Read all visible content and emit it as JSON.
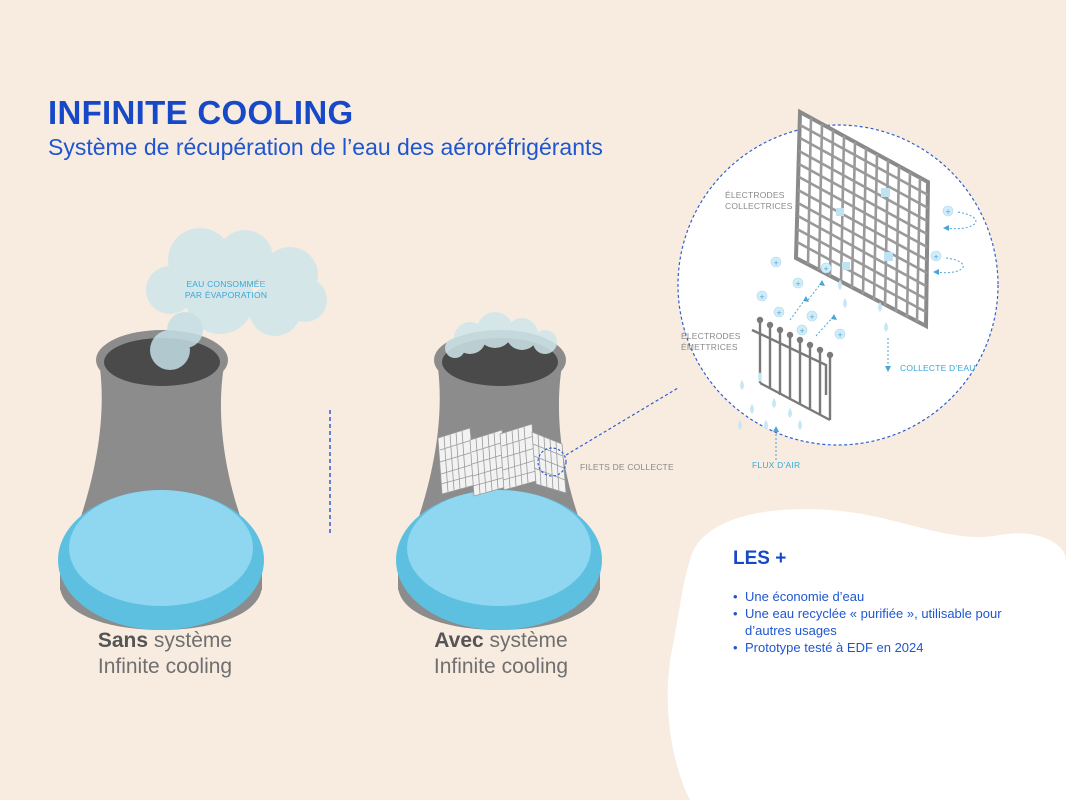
{
  "header": {
    "title": "INFINITE COOLING",
    "subtitle": "Système de récupération de l’eau des aéroréfrigérants"
  },
  "left_tower": {
    "cloud_label_line1": "EAU CONSOMMÉE",
    "cloud_label_line2": "PAR ÉVAPORATION",
    "caption_bold": "Sans",
    "caption_rest": " système",
    "caption_line2": "Infinite cooling"
  },
  "right_tower": {
    "nets_label": "FILETS DE COLLECTE",
    "caption_bold": "Avec",
    "caption_rest": " système",
    "caption_line2": "Infinite cooling"
  },
  "detail": {
    "collector_label_line1": "ÉLECTRODES",
    "collector_label_line2": "COLLECTRICES",
    "emitter_label_line1": "ÉLECTRODES",
    "emitter_label_line2": "ÉMETTRICES",
    "water_collect_label": "COLLECTE D’EAU",
    "airflow_label": "FLUX D’AIR"
  },
  "benefits": {
    "title": "LES +",
    "items": [
      "Une économie d’eau",
      "Une eau recyclée « purifiée », utilisable pour d’autres usages",
      "Prototype testé à EDF en 2024"
    ]
  },
  "colors": {
    "title_blue": "#1648c8",
    "water_blue": "#7fd0ec",
    "tower_grey": "#8c8c8c",
    "background": "#f8ece0"
  }
}
